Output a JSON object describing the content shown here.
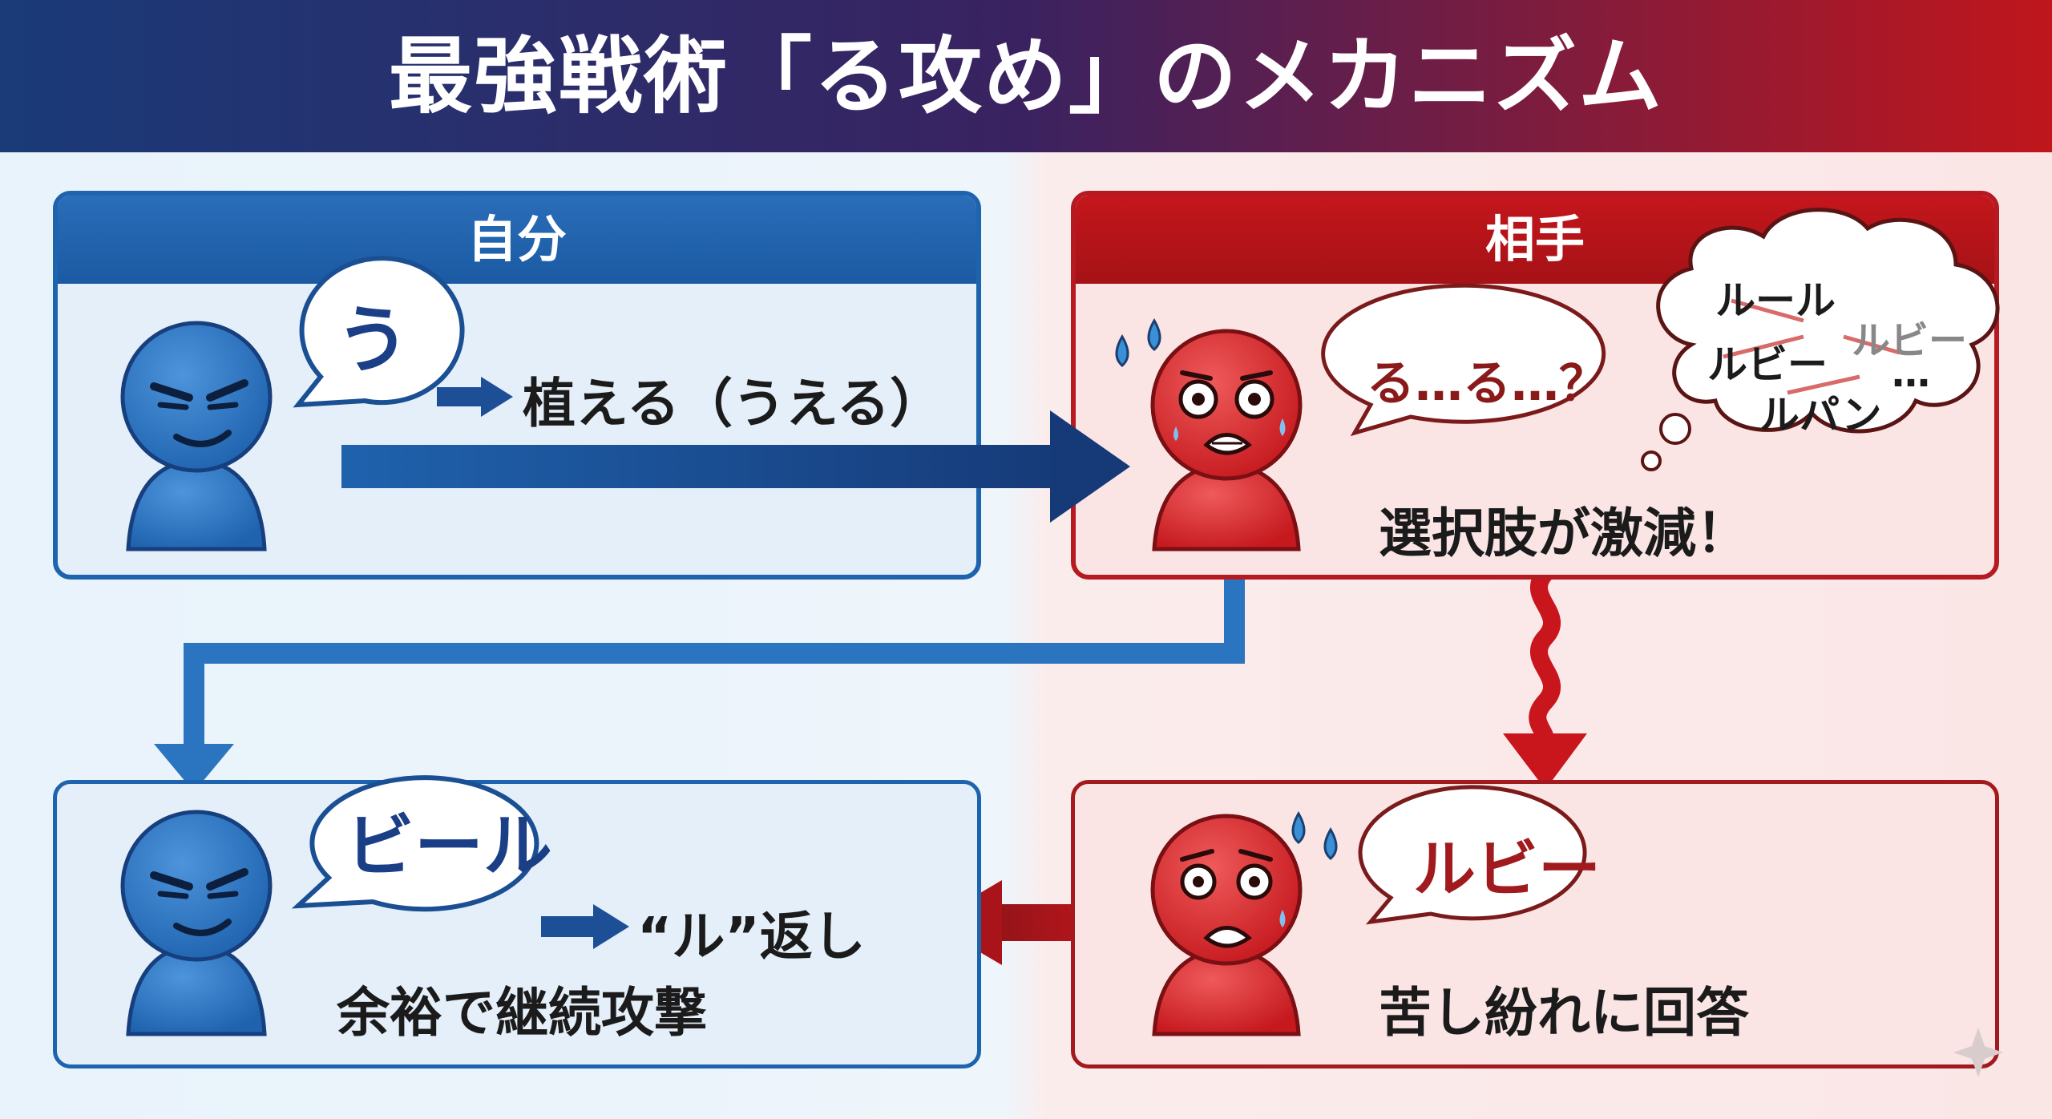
{
  "title": "最強戦術「る攻め」のメカニズム",
  "self_panel": {
    "header": "自分",
    "bubble": "う",
    "word": "植える（うえる）"
  },
  "opponent_panel": {
    "header": "相手",
    "bubble": "る…る…？",
    "thought_words": [
      "ルール",
      "ルビー",
      "ルビー",
      "…",
      "ルパン"
    ],
    "caption": "選択肢が激減！"
  },
  "bottom_left": {
    "bubble": "ビール",
    "arrow_label": "“ル”返し",
    "caption": "余裕で継続攻撃"
  },
  "bottom_right": {
    "bubble": "ルビー",
    "caption": "苦し紛れに回答"
  },
  "colors": {
    "blue": "#1e63ad",
    "red": "#c4161c",
    "navy": "#1a3a78"
  }
}
